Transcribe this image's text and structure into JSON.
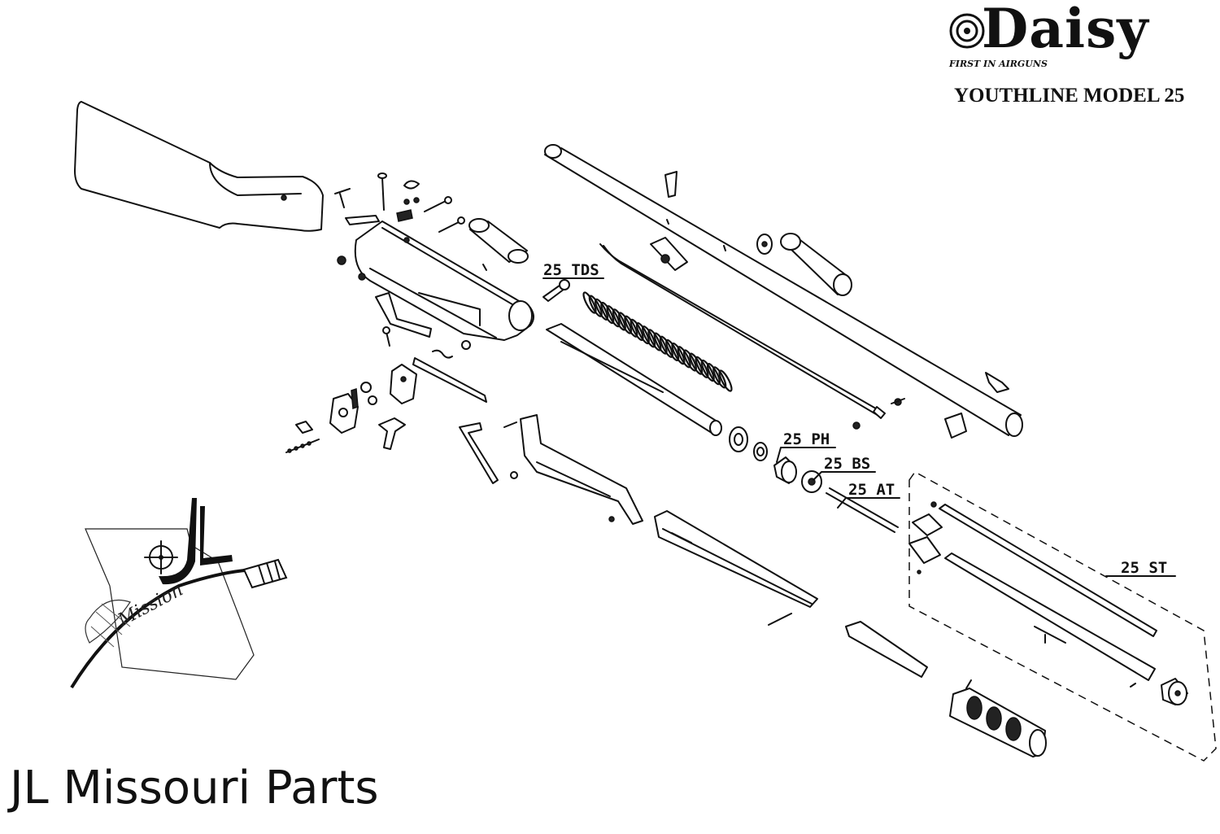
{
  "brand": {
    "name": "Daisy",
    "tagline": "FIRST IN AIRGUNS"
  },
  "model_title": "YOUTHLINE MODEL 25",
  "part_labels": {
    "tds": "25 TDS",
    "ph": "25 PH",
    "bs": "25 BS",
    "at": "25 AT",
    "st": "25 ST"
  },
  "watermark": {
    "initials": "JL",
    "script": "Mission",
    "shop_name": "JL Missouri Parts"
  }
}
